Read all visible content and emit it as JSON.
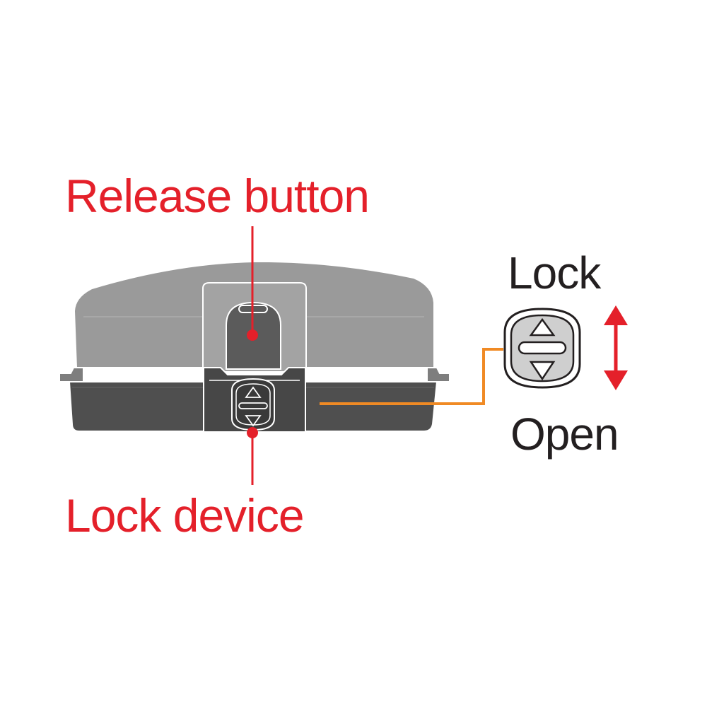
{
  "labels": {
    "release_button": "Release button",
    "lock_device": "Lock device",
    "lock": "Lock",
    "open": "Open"
  },
  "colors": {
    "callout_red": "#e4202a",
    "connector_orange": "#f08a24",
    "lid_gray": "#9a9a9a",
    "base_gray": "#4f4f4f",
    "text_black": "#231f20"
  },
  "icons": {
    "release_button": "release-button-icon",
    "lock_switch": "lock-switch-icon",
    "double_arrow": "double-arrow-icon"
  }
}
